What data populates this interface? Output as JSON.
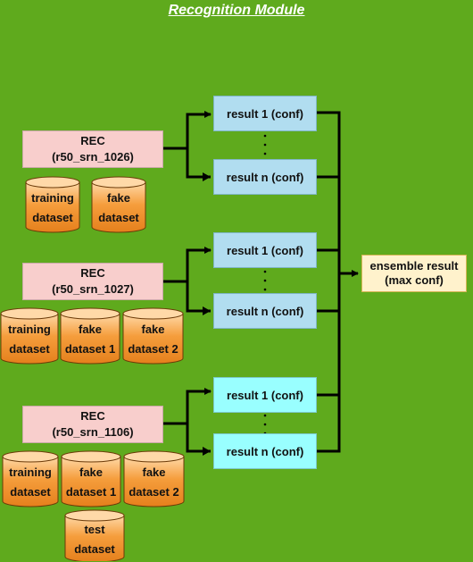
{
  "title": "Recognition Module",
  "colors": {
    "background": "#5faa1d",
    "rec_box": "#f8cecc",
    "result_box_1": "#b1ddf0",
    "result_box_3": "#99ffff",
    "ensemble_box": "#fff2cc",
    "cylinder_fill": "#f59d3c",
    "cylinder_top": "#ffd9a8"
  },
  "groups": [
    {
      "rec": {
        "line1": "REC",
        "line2": "(r50_srn_1026)"
      },
      "result_top": "result 1 (conf)",
      "dots": "·\n·\n·",
      "result_bottom": "result n (conf)",
      "datasets": [
        {
          "line1": "training",
          "line2": "dataset"
        },
        {
          "line1": "fake",
          "line2": "dataset"
        }
      ]
    },
    {
      "rec": {
        "line1": "REC",
        "line2": "(r50_srn_1027)"
      },
      "result_top": "result 1 (conf)",
      "result_bottom": "result n (conf)",
      "datasets": [
        {
          "line1": "training",
          "line2": "dataset"
        },
        {
          "line1": "fake",
          "line2": "dataset 1"
        },
        {
          "line1": "fake",
          "line2": "dataset 2"
        }
      ]
    },
    {
      "rec": {
        "line1": "REC",
        "line2": "(r50_srn_1106)"
      },
      "result_top": "result 1 (conf)",
      "result_bottom": "result n (conf)",
      "datasets": [
        {
          "line1": "training",
          "line2": "dataset"
        },
        {
          "line1": "fake",
          "line2": "dataset 1"
        },
        {
          "line1": "fake",
          "line2": "dataset 2"
        },
        {
          "line1": "test",
          "line2": "dataset"
        }
      ]
    }
  ],
  "ensemble": {
    "line1": "ensemble result",
    "line2": "(max conf)"
  }
}
